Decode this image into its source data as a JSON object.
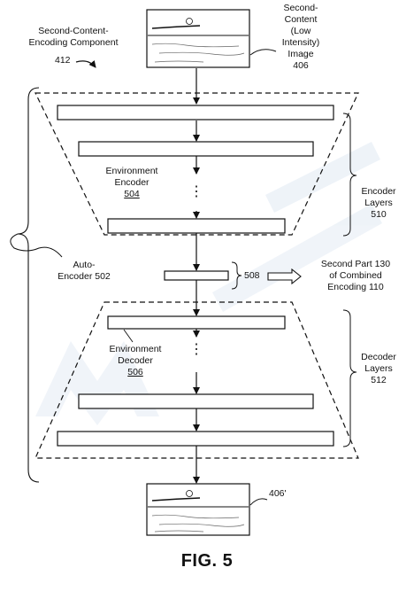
{
  "labels": {
    "second_content_encoding_component": [
      "Second-Content-",
      "Encoding Component"
    ],
    "component_ref": "412",
    "input_image": [
      "Second-",
      "Content",
      "(Low",
      "Intensity)",
      "Image",
      "406"
    ],
    "auto_encoder": [
      "Auto-",
      "Encoder 502"
    ],
    "environment_encoder": [
      "Environment",
      "Encoder"
    ],
    "environment_encoder_ref": "504",
    "encoder_layers": [
      "Encoder",
      "Layers",
      "510"
    ],
    "encoding_ref": "508",
    "second_part": [
      "Second Part 130",
      "of Combined",
      "Encoding 110"
    ],
    "environment_decoder": [
      "Environment",
      "Decoder"
    ],
    "environment_decoder_ref": "506",
    "decoder_layers": [
      "Decoder",
      "Layers",
      "512"
    ],
    "output_image_ref": "406'",
    "ellipsis": "⋮"
  },
  "caption": "FIG. 5",
  "colors": {
    "line": "#111111",
    "fill": "#ffffff",
    "watermark": "#3a6fb5"
  }
}
